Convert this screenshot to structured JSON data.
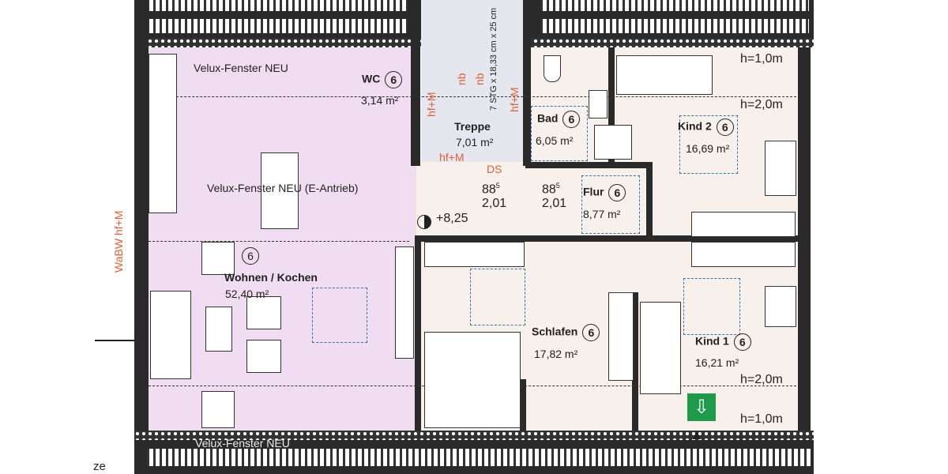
{
  "plan": {
    "rooms": [
      {
        "id": "wc",
        "name": "WC",
        "tag": "6",
        "area": "3,14 m²"
      },
      {
        "id": "treppe",
        "name": "Treppe",
        "area": "7,01 m²"
      },
      {
        "id": "bad",
        "name": "Bad",
        "tag": "6",
        "area": "6,05 m²"
      },
      {
        "id": "flur",
        "name": "Flur",
        "tag": "6",
        "area": "8,77 m²"
      },
      {
        "id": "kind2",
        "name": "Kind 2",
        "tag": "6",
        "area": "16,69 m²"
      },
      {
        "id": "wohnen",
        "name": "Wohnen / Kochen",
        "tag": "6",
        "area": "52,40 m²"
      },
      {
        "id": "schlafen",
        "name": "Schlafen",
        "tag": "6",
        "area": "17,82 m²"
      },
      {
        "id": "kind1",
        "name": "Kind 1",
        "tag": "6",
        "area": "16,21 m²"
      }
    ],
    "windows": {
      "top": "Velux-Fenster NEU",
      "middle": "Velux-Fenster NEU (E-Antrieb)",
      "bottom": "Velux-Fenster NEU"
    },
    "stair_note": "7 STG x 18,33 cm x 25 cm",
    "annotations": {
      "hf_m": "hf+M",
      "nb": "nb",
      "ds": "DS",
      "wabw": "WaBW hf+M",
      "level": "+8,25",
      "door1_width": "88",
      "door1_sup": "5",
      "door1_height": "2,01",
      "door2_width": "88",
      "door2_sup": "5",
      "door2_height": "2,01",
      "h_top_1": "h=1,0m",
      "h_top_2": "h=2,0m",
      "h_bot_2": "h=2,0m",
      "h_bot_1": "h=1,0m",
      "cut_text": "ze"
    },
    "colors": {
      "living": "#f1ddf1",
      "rooms": "#f8f0ea",
      "stair": "#e6e6ee",
      "wall": "#2a2a2a",
      "dims": "#3a6fb0",
      "notes": "#e0603a",
      "exit": "#1f9a4a"
    }
  }
}
